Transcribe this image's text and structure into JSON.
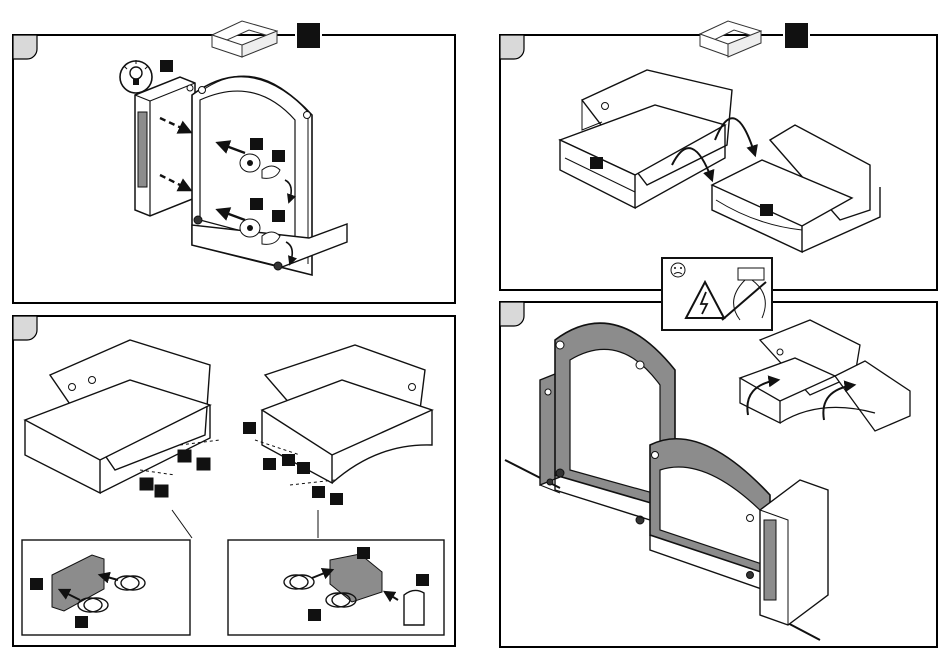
{
  "panels": [
    {
      "id": "step-frame-bolting",
      "step_badge": "filled-black-square",
      "thumbnail": "corner-sofa-left-module"
    },
    {
      "id": "step-join-modules",
      "step_badge": "filled-black-square",
      "thumbnail": "corner-sofa-left-module"
    },
    {
      "id": "step-attach-connectors",
      "step_badge": "none"
    },
    {
      "id": "step-assembled-rear-view",
      "step_badge": "none",
      "warning_icons": [
        "sad-face-icon",
        "electric-shock-warning-icon",
        "no-cable-icon"
      ]
    }
  ],
  "icons": [
    "light-bulb-icon",
    "arrow-icon",
    "bolt-icon",
    "washer-icon",
    "wing-nut-icon",
    "connector-bracket-icon",
    "spring-icon",
    "rotation-arrow-icon",
    "hook-plate-icon"
  ],
  "colors": {
    "line": "#1a1a1a",
    "fill": "#ffffff",
    "shade": "#8c8c8c",
    "panel_border": "#000000",
    "step_tab": "#d9d9d9"
  }
}
